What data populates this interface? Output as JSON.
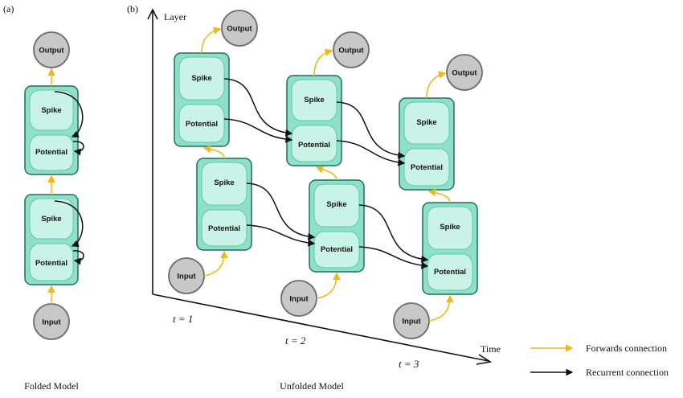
{
  "panel_a": {
    "label": "(a)",
    "caption": "Folded Model",
    "output_label": "Output",
    "input_label": "Input",
    "cells": [
      {
        "spike_label": "Spike",
        "potential_label": "Potential"
      },
      {
        "spike_label": "Spike",
        "potential_label": "Potential"
      }
    ]
  },
  "panel_b": {
    "label": "(b)",
    "caption": "Unfolded Model",
    "axis_y_label": "Layer",
    "axis_x_label": "Time",
    "time_labels": [
      "t = 1",
      "t = 2",
      "t = 3"
    ],
    "steps": [
      {
        "output_label": "Output",
        "input_label": "Input",
        "upper": {
          "spike_label": "Spike",
          "potential_label": "Potential"
        },
        "lower": {
          "spike_label": "Spike",
          "potential_label": "Potential"
        }
      },
      {
        "output_label": "Output",
        "input_label": "Input",
        "upper": {
          "spike_label": "Spike",
          "potential_label": "Potential"
        },
        "lower": {
          "spike_label": "Spike",
          "potential_label": "Potential"
        }
      },
      {
        "output_label": "Output",
        "input_label": "Input",
        "upper": {
          "spike_label": "Spike",
          "potential_label": "Potential"
        },
        "lower": {
          "spike_label": "Spike",
          "potential_label": "Potential"
        }
      }
    ]
  },
  "legend": {
    "forward_label": "Forwards connection",
    "recurrent_label": "Recurrent connection",
    "forward_color": "#f2b81b",
    "recurrent_color": "#111111"
  },
  "colors": {
    "cell_fill": "#8fe0c8",
    "cell_border": "#1e6f5c",
    "lobe_fill": "#c9f3e6",
    "node_fill": "#c8c8c8"
  }
}
